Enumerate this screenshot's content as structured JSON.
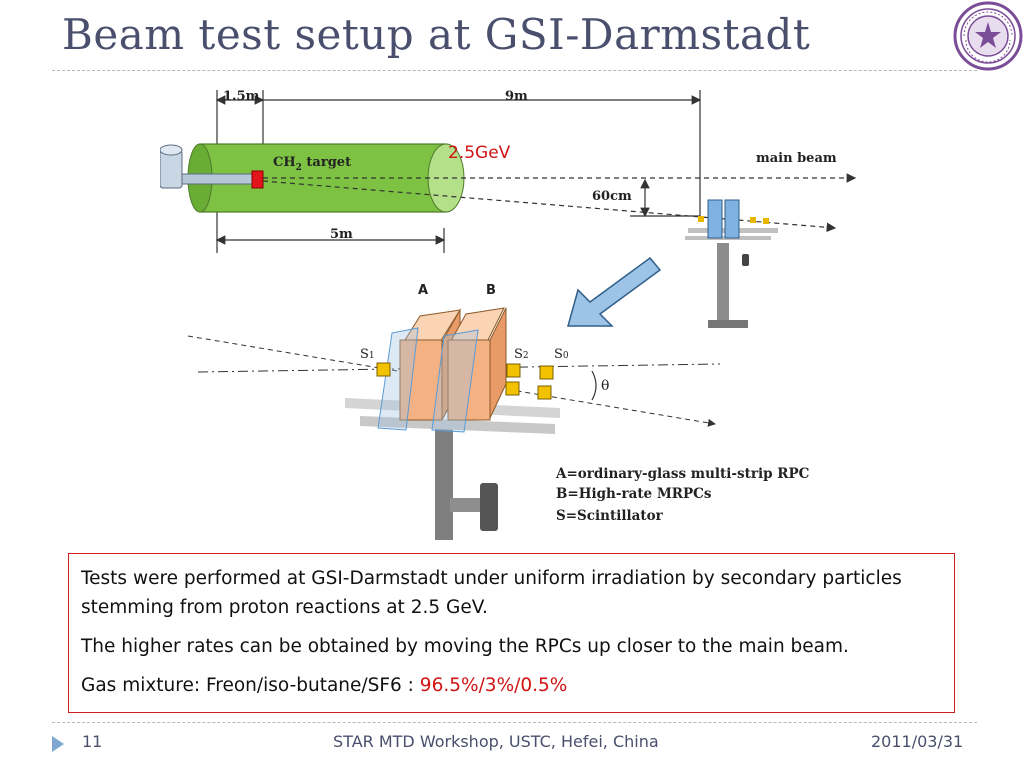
{
  "slide": {
    "title": "Beam test setup at GSI-Darmstadt",
    "page_number": "11",
    "footer_center": "STAR MTD Workshop, USTC, Hefei, China",
    "footer_date": "2011/03/31"
  },
  "figure": {
    "dim_1_5m": "1.5m",
    "dim_9m": "9m",
    "dim_5m": "5m",
    "dim_60cm": "60cm",
    "target_label": "CH",
    "target_sub": "2",
    "target_suffix": " target",
    "energy": "2.5GeV",
    "main_beam": "main beam",
    "label_A": "A",
    "label_B": "B",
    "label_S1": "S",
    "label_S1_sub": "1",
    "label_S2": "S",
    "label_S2_sub": "2",
    "label_S0": "S",
    "label_S0_sub": "0",
    "theta": "θ",
    "legend_A": "A=ordinary-glass multi-strip RPC",
    "legend_B": "B=High-rate MRPCs",
    "legend_S": "S=Scintillator"
  },
  "textbox": {
    "line1": "Tests were performed at GSI-Darmstadt under uniform irradiation by secondary particles stemming from proton reactions at 2.5 GeV.",
    "line2": "The higher rates can be obtained by moving the RPCs up closer to the main beam.",
    "line3_prefix": "Gas mixture: Freon/iso-butane/SF6 : ",
    "line3_value": "96.5%/3%/0.5%"
  },
  "colors": {
    "title": "#4a4f6e",
    "accent_red": "#d11313",
    "target_green": "#7dc242",
    "rpc_orange": "#f4b183",
    "glass_blue": "#9dc3e6"
  }
}
